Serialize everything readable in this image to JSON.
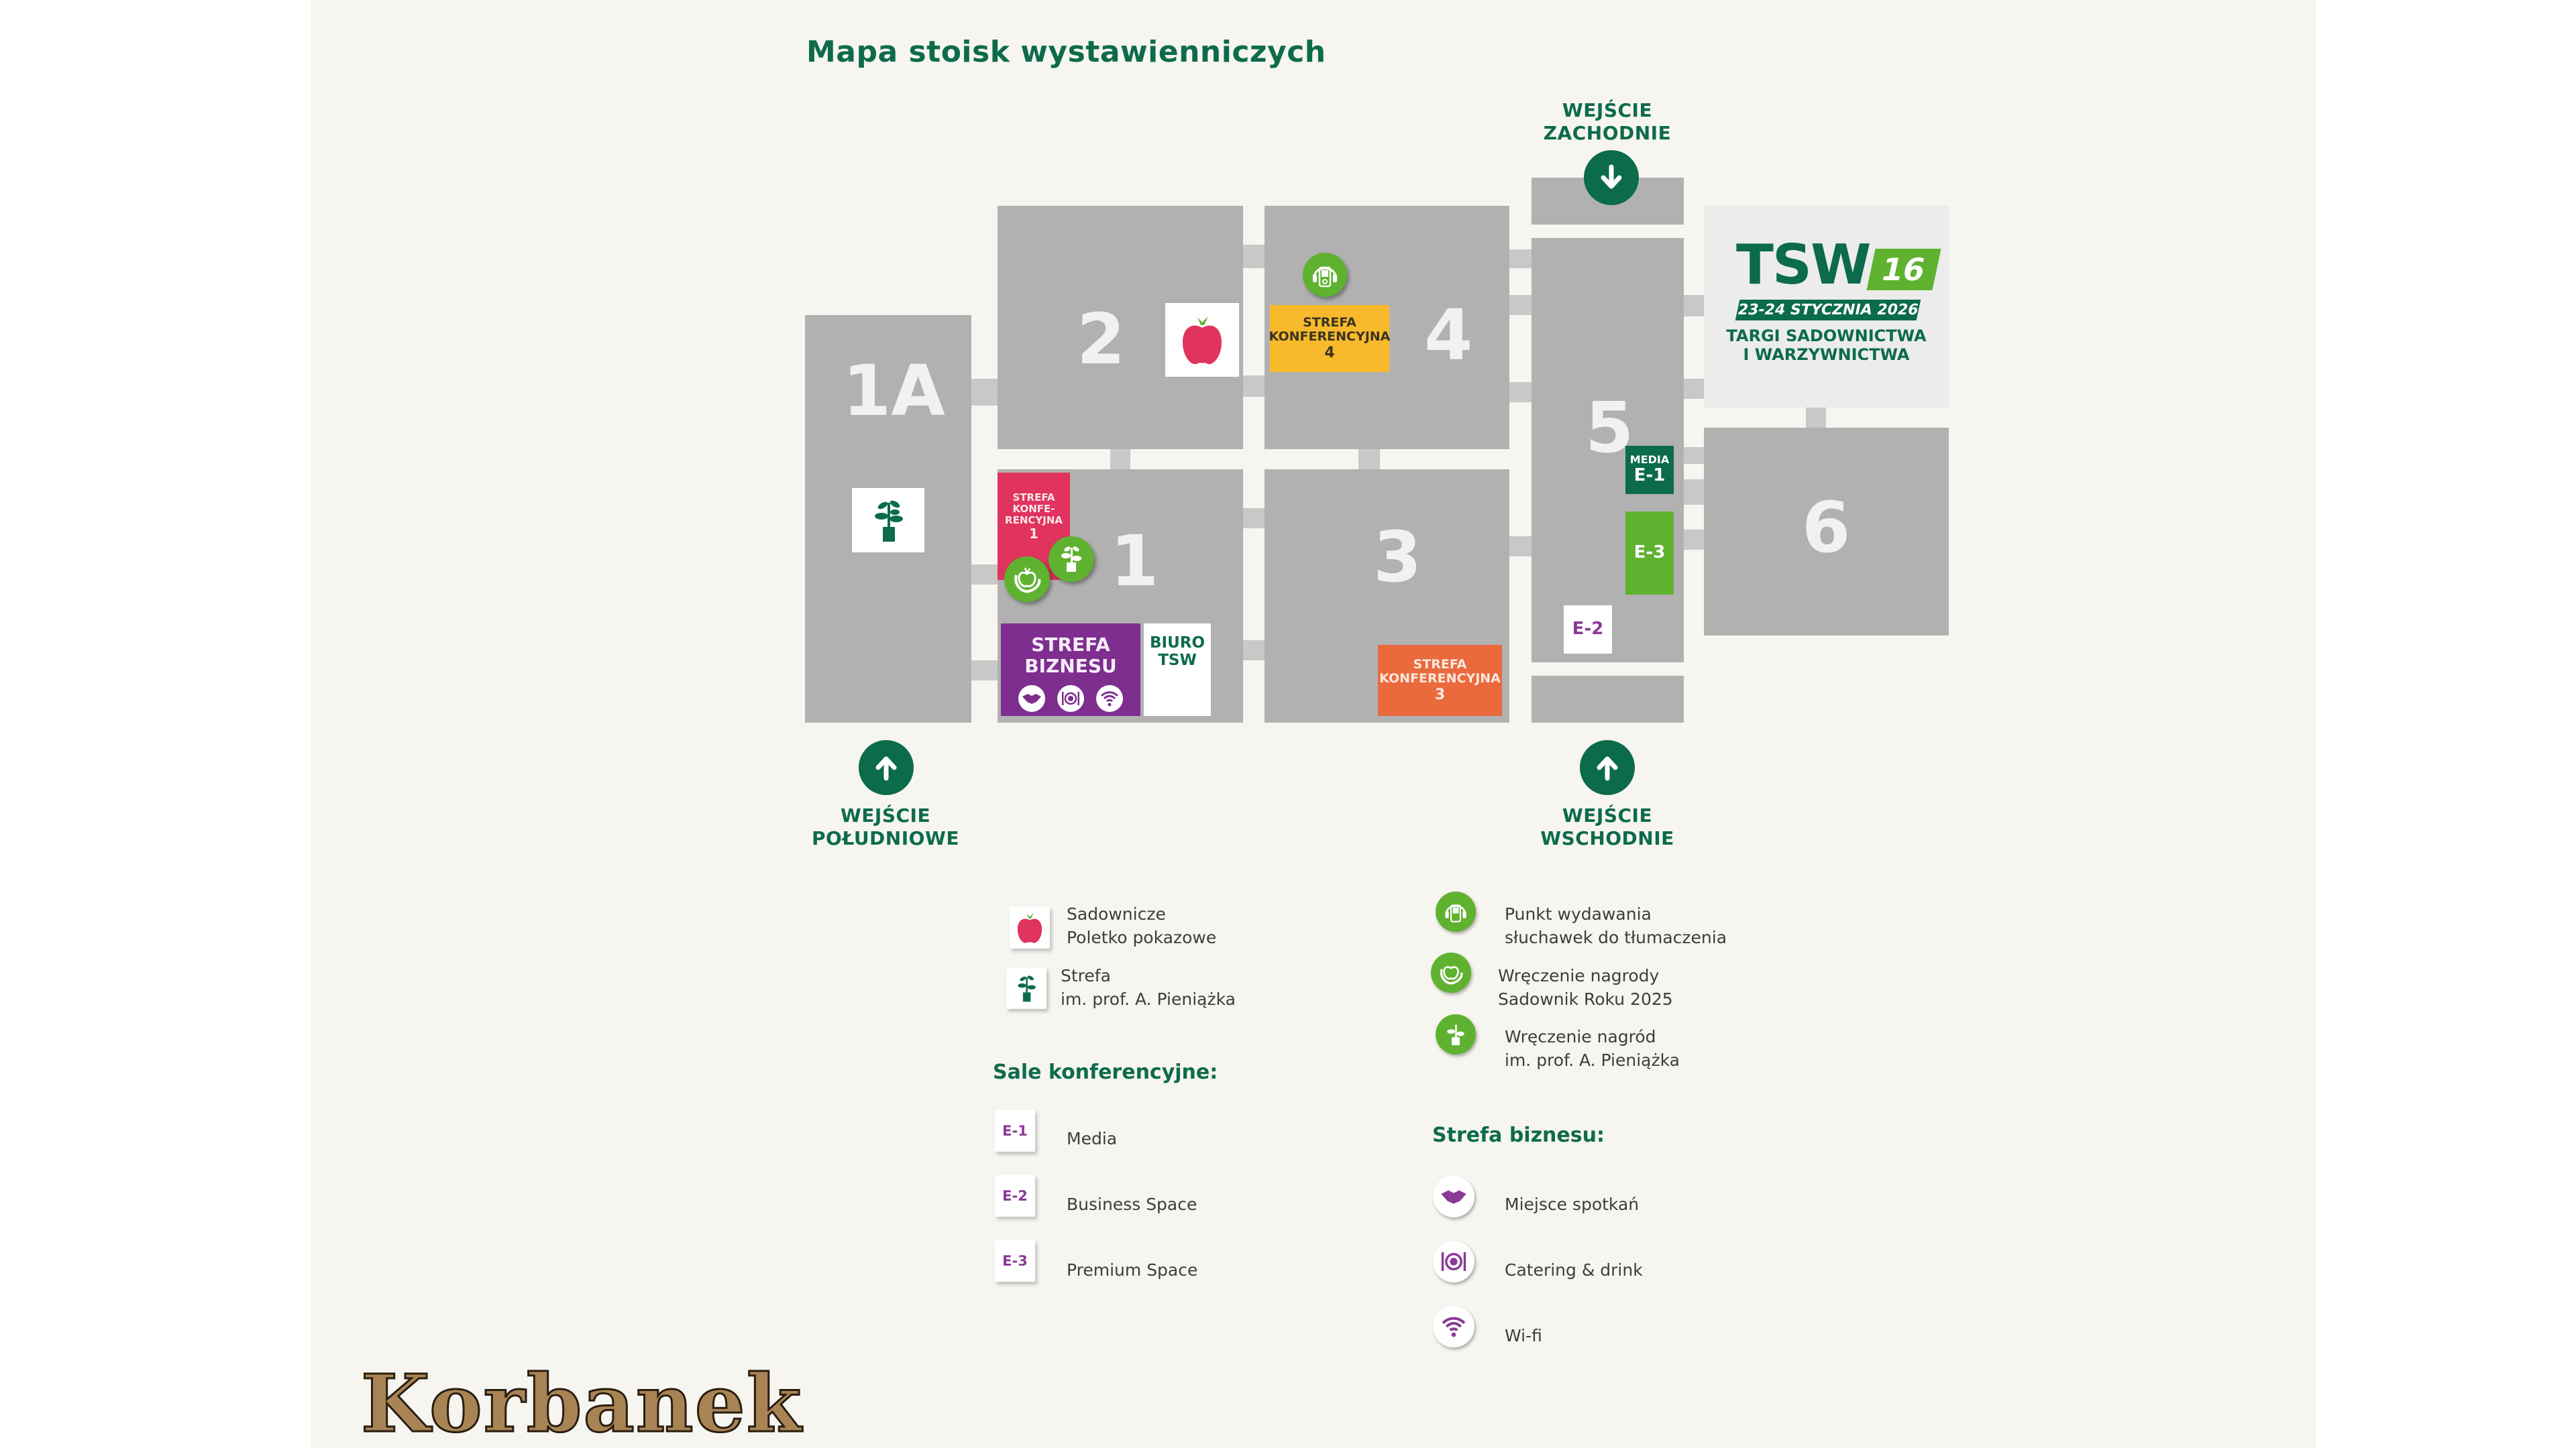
{
  "page_title": "Mapa stoisk wystawienniczych",
  "colors": {
    "background_panel": "#f6f5f0",
    "hall_gray": "#b1b1b1",
    "dark_green": "#0b6b4a",
    "light_green": "#5fb22f",
    "conference_1": "#e0335d",
    "conference_4": "#f9b92c",
    "conference_3": "#ea6a3d",
    "business_zone": "#7d2e8e",
    "media_e1": "#0b6b4a",
    "premium_e3": "#5fb22f"
  },
  "halls": [
    {
      "id": "1A",
      "label": "1A"
    },
    {
      "id": "1",
      "label": "1"
    },
    {
      "id": "2",
      "label": "2"
    },
    {
      "id": "3",
      "label": "3"
    },
    {
      "id": "4",
      "label": "4"
    },
    {
      "id": "5",
      "label": "5"
    },
    {
      "id": "6",
      "label": "6"
    }
  ],
  "zones": {
    "conf1": {
      "line1": "STREFA",
      "line2": "KONFE-",
      "line3": "RENCYJNA",
      "num": "1"
    },
    "conf4": {
      "line1": "STREFA",
      "line2": "KONFERENCYJNA",
      "num": "4"
    },
    "conf3": {
      "line1": "STREFA",
      "line2": "KONFERENCYJNA",
      "num": "3"
    },
    "business": {
      "line1": "STREFA",
      "line2": "BIZNESU"
    },
    "office": {
      "line1": "BIURO",
      "line2": "TSW"
    },
    "e1": {
      "top": "MEDIA",
      "code": "E-1"
    },
    "e2": {
      "code": "E-2"
    },
    "e3": {
      "code": "E-3"
    }
  },
  "entrances": {
    "west": {
      "line1": "WEJŚCIE",
      "line2": "ZACHODNIE",
      "arrow": "down"
    },
    "south": {
      "line1": "WEJŚCIE",
      "line2": "POŁUDNIOWE",
      "arrow": "up"
    },
    "east": {
      "line1": "WEJŚCIE",
      "line2": "WSCHODNIE",
      "arrow": "up"
    }
  },
  "logo": {
    "brand": "TSW",
    "edition": "16",
    "dates": "23-24 STYCZNIA 2026",
    "line1": "TARGI SADOWNICTWA",
    "line2": "I WARZYWNICTWA"
  },
  "legend": {
    "markers": [
      {
        "icon": "apple-icon",
        "line1": "Sadownicze",
        "line2": "Poletko pokazowe"
      },
      {
        "icon": "plant-icon",
        "line1": "Strefa",
        "line2": "im. prof. A. Pieniążka"
      }
    ],
    "events": [
      {
        "icon": "headphones-icon",
        "line1": "Punkt wydawania",
        "line2": "słuchawek do tłumaczenia"
      },
      {
        "icon": "apple-award-icon",
        "line1": "Wręczenie nagrody",
        "line2": "Sadownik Roku 2025"
      },
      {
        "icon": "plant-award-icon",
        "line1": "Wręczenie nagród",
        "line2": "im. prof. A. Pieniążka"
      }
    ],
    "conference_heading": "Sale konferencyjne:",
    "conference_rooms": [
      {
        "code": "E-1",
        "label": "Media"
      },
      {
        "code": "E-2",
        "label": "Business Space"
      },
      {
        "code": "E-3",
        "label": "Premium Space"
      }
    ],
    "business_heading": "Strefa biznesu:",
    "business_items": [
      {
        "icon": "handshake-icon",
        "label": "Miejsce spotkań"
      },
      {
        "icon": "catering-icon",
        "label": "Catering & drink"
      },
      {
        "icon": "wifi-icon",
        "label": "Wi-fi"
      }
    ]
  },
  "watermark": "Korbanek"
}
